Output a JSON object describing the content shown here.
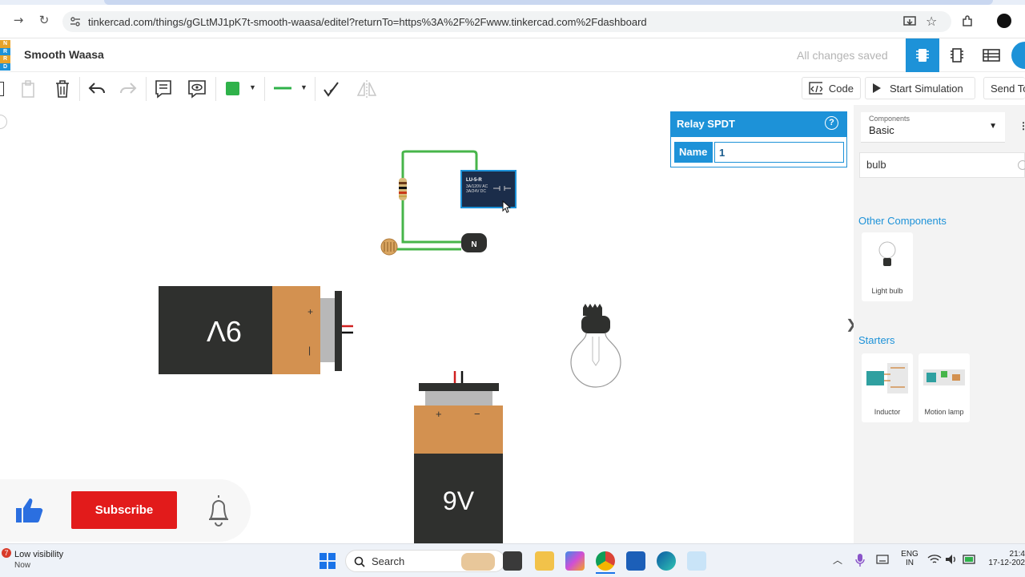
{
  "browser": {
    "url": "tinkercad.com/things/gGLtMJ1pK7t-smooth-waasa/editel?returnTo=https%3A%2F%2Fwww.tinkercad.com%2Fdashboard"
  },
  "app": {
    "logo_letters": [
      "N",
      "R",
      "R",
      "D"
    ],
    "title": "Smooth Waasa",
    "save_status": "All changes saved",
    "code_label": "Code",
    "start_sim_label": "Start Simulation",
    "send_label": "Send To"
  },
  "inspector": {
    "component_title": "Relay SPDT",
    "help_label": "?",
    "name_label": "Name",
    "name_value": "1"
  },
  "components_panel": {
    "selector_label": "Components",
    "selector_value": "Basic",
    "search_value": "bulb",
    "other_title": "Other Components",
    "other_items": [
      {
        "label": "Light bulb",
        "icon": "light-bulb-icon"
      }
    ],
    "starters_title": "Starters",
    "starter_items": [
      {
        "label": "Inductor"
      },
      {
        "label": "Motion lamp"
      }
    ]
  },
  "circuit": {
    "battery_left_label": "9V",
    "battery_bottom_label": "9V",
    "relay_text_lines": [
      "LU-5-R",
      "3A/120V AC",
      "3A/24V DC"
    ],
    "transistor_label": "N",
    "plus": "+",
    "minus": "−"
  },
  "youtube_overlay": {
    "subscribe_label": "Subscribe"
  },
  "taskbar": {
    "weather_badge": "7",
    "weather_title": "Low visibility",
    "weather_sub": "Now",
    "search_label": "Search",
    "lang_line1": "ENG",
    "lang_line2": "IN",
    "time": "21:4",
    "date": "17-12-202"
  },
  "colors": {
    "accent_blue": "#1d92d8",
    "wire_green": "#47b54a",
    "battery_dark": "#2f302e",
    "battery_orange": "#d39150",
    "subscribe_red": "#e21b1b"
  }
}
